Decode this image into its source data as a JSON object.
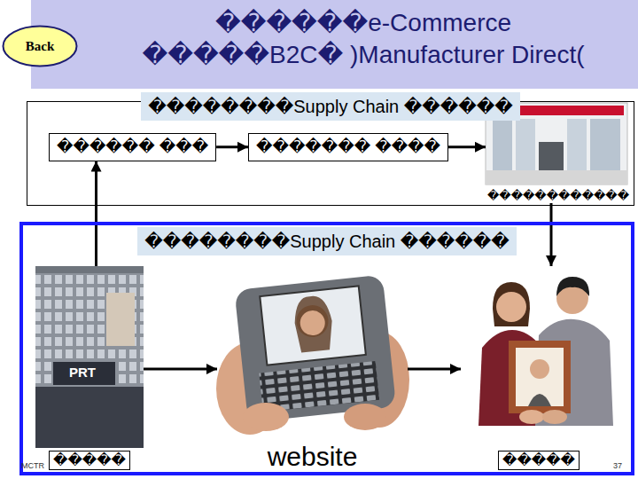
{
  "diagram": {
    "title": "������e-Commerce �����B2C� )Manufacturer Direct(",
    "nodes": [
      {
        "text": [
          "Back"
        ]
      },
      {
        "text": [
          "��������Supply Chain ������"
        ]
      },
      {
        "text": [
          "������ ���"
        ],
        "in": 1
      },
      {
        "text": [
          "������� ����"
        ],
        "in": 1
      },
      {
        "text": [
          "������������"
        ],
        "in": 1
      },
      {
        "text": [
          "��������Supply Chain ������"
        ]
      },
      {
        "text": [
          "�����"
        ],
        "in": 5
      },
      {
        "text": [
          "website"
        ],
        "in": 5
      },
      {
        "text": [
          "�����"
        ],
        "in": 5
      }
    ],
    "edges": [
      {
        "from": 2,
        "to": 3,
        "arrow": "to"
      },
      {
        "from": 3,
        "to": 4,
        "arrow": "to"
      },
      {
        "from": 6,
        "to": 2,
        "arrow": "to"
      },
      {
        "from": 4,
        "to": 8,
        "arrow": "to"
      },
      {
        "from": 6,
        "to": 7,
        "arrow": "to"
      },
      {
        "from": 7,
        "to": 8,
        "arrow": "to"
      }
    ],
    "labels": [
      "MCTR",
      "37",
      "PRT"
    ]
  }
}
